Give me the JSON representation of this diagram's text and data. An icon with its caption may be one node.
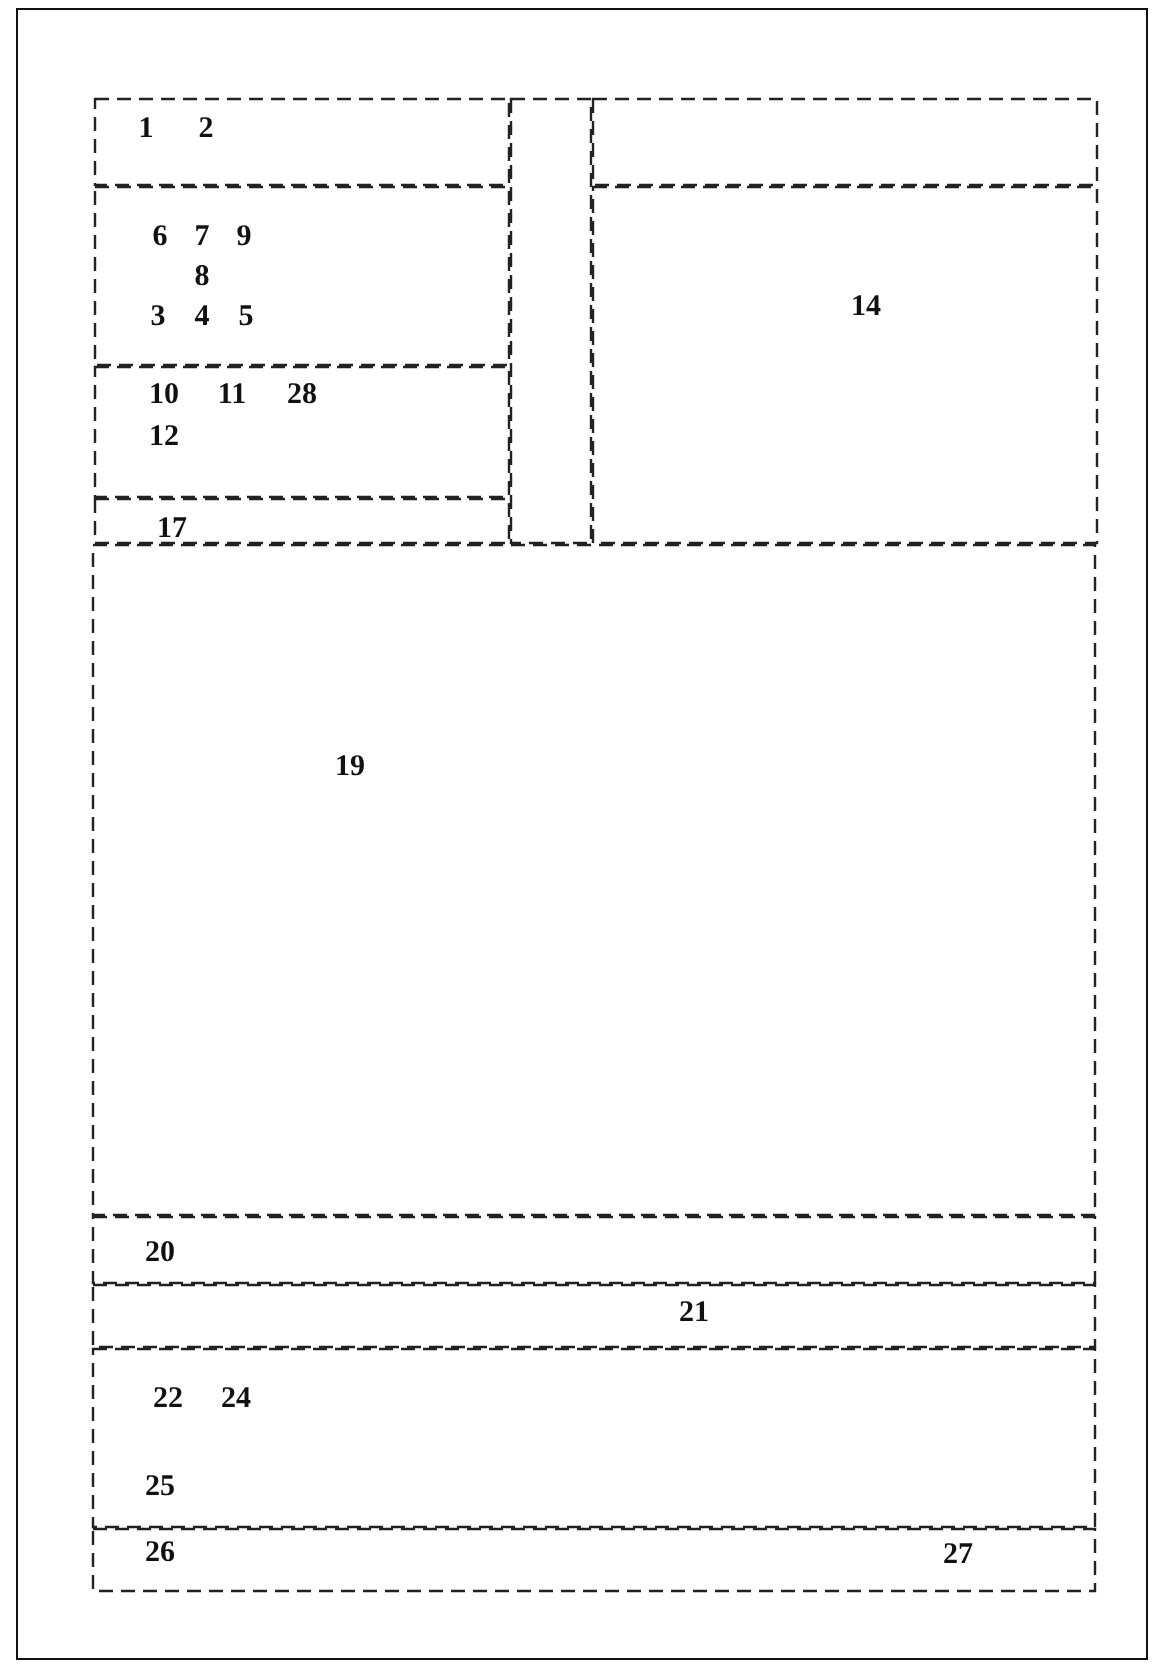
{
  "diagram": {
    "nodes": [
      {
        "text": [
          "1",
          "2"
        ]
      },
      {
        "text": [],
        "shape": "box"
      },
      {
        "text": [],
        "shape": "box"
      },
      {
        "text": [
          "6",
          "7",
          "9",
          "8",
          "3",
          "4",
          "5"
        ]
      },
      {
        "text": [
          "14"
        ]
      },
      {
        "text": [
          "10",
          "11",
          "28",
          "12"
        ]
      },
      {
        "text": [
          "17"
        ]
      },
      {
        "text": [
          "19"
        ]
      },
      {
        "text": [
          "20"
        ]
      },
      {
        "text": [
          "21"
        ]
      },
      {
        "text": [
          "22",
          "24",
          "25"
        ]
      },
      {
        "text": [
          "26",
          "27"
        ]
      }
    ]
  }
}
